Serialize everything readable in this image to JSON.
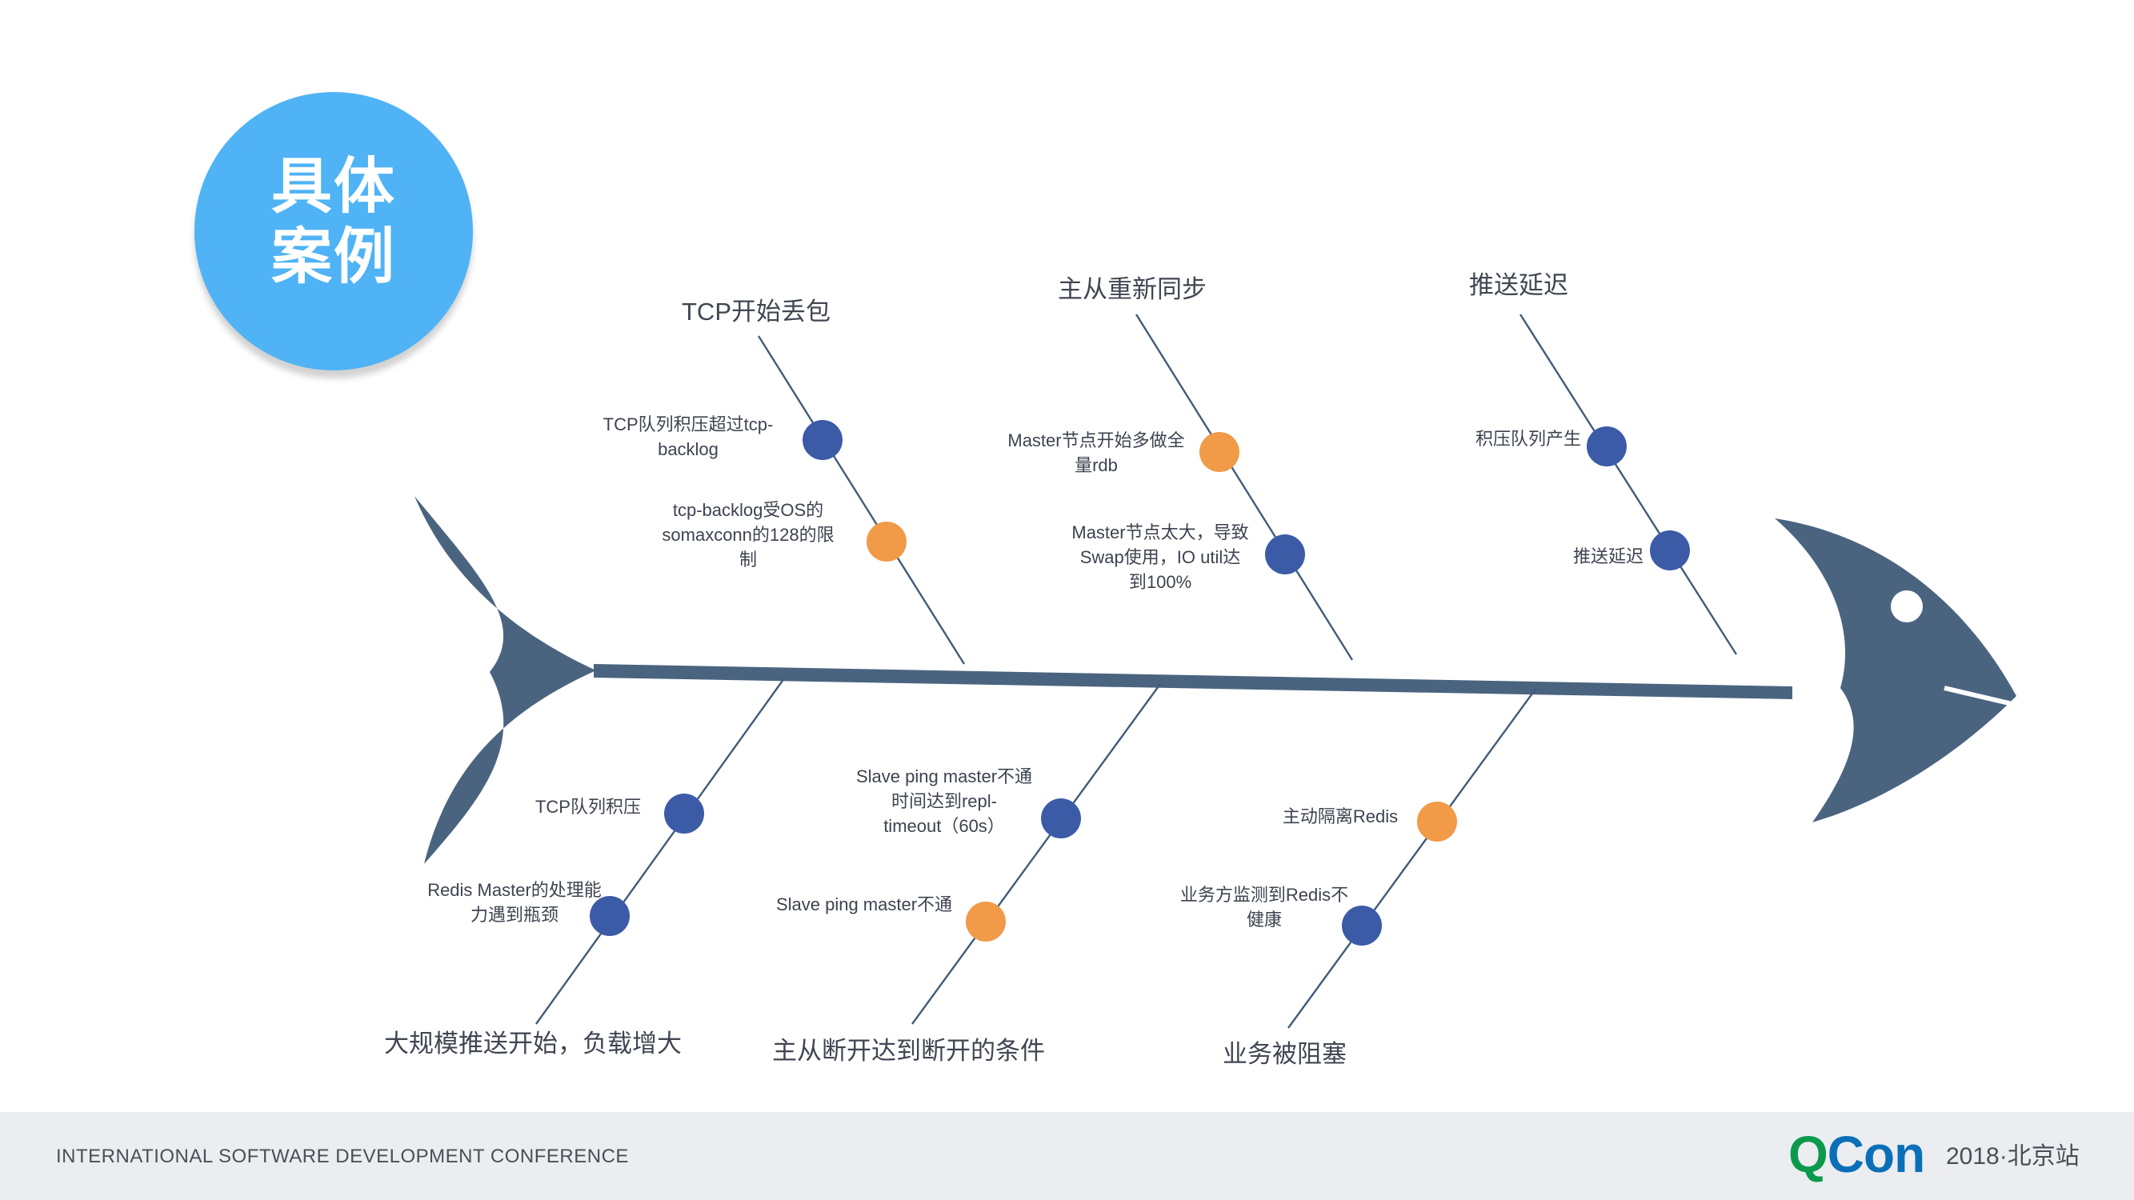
{
  "badge": {
    "line1": "具体",
    "line2": "案例"
  },
  "diagram": {
    "categories_top": [
      {
        "label": "TCP开始丢包"
      },
      {
        "label": "主从重新同步"
      },
      {
        "label": "推送延迟"
      }
    ],
    "categories_bottom": [
      {
        "label": "大规模推送开始，负载增大"
      },
      {
        "label": "主从断开达到断开的条件"
      },
      {
        "label": "业务被阻塞"
      }
    ],
    "causes": [
      {
        "text": "TCP队列积压超过tcp-\nbacklog",
        "color": "#3b5ba7"
      },
      {
        "text": "tcp-backlog受OS的\nsomaxconn的128的限\n制",
        "color": "#f19a48"
      },
      {
        "text": "Master节点开始多做全\n量rdb",
        "color": "#f19a48"
      },
      {
        "text": "Master节点太大，导致\nSwap使用，IO util达\n到100%",
        "color": "#3b5ba7"
      },
      {
        "text": "积压队列产生",
        "color": "#3b5ba7"
      },
      {
        "text": "推送延迟",
        "color": "#3b5ba7"
      },
      {
        "text": "TCP队列积压",
        "color": "#3b5ba7"
      },
      {
        "text": "Redis Master的处理能\n力遇到瓶颈",
        "color": "#3b5ba7"
      },
      {
        "text": "Slave ping master不通\n时间达到repl-\ntimeout（60s）",
        "color": "#3b5ba7"
      },
      {
        "text": "Slave ping master不通",
        "color": "#f19a48"
      },
      {
        "text": "主动隔离Redis",
        "color": "#f19a48"
      },
      {
        "text": "业务方监测到Redis不\n健康",
        "color": "#3b5ba7"
      }
    ],
    "fish_color": "#4a6480",
    "bone_color": "#3f5c7a"
  },
  "footer": {
    "conference": "INTERNATIONAL SOFTWARE DEVELOPMENT CONFERENCE",
    "logo_q": "Q",
    "logo_con": "Con",
    "edition": "2018·北京站"
  }
}
